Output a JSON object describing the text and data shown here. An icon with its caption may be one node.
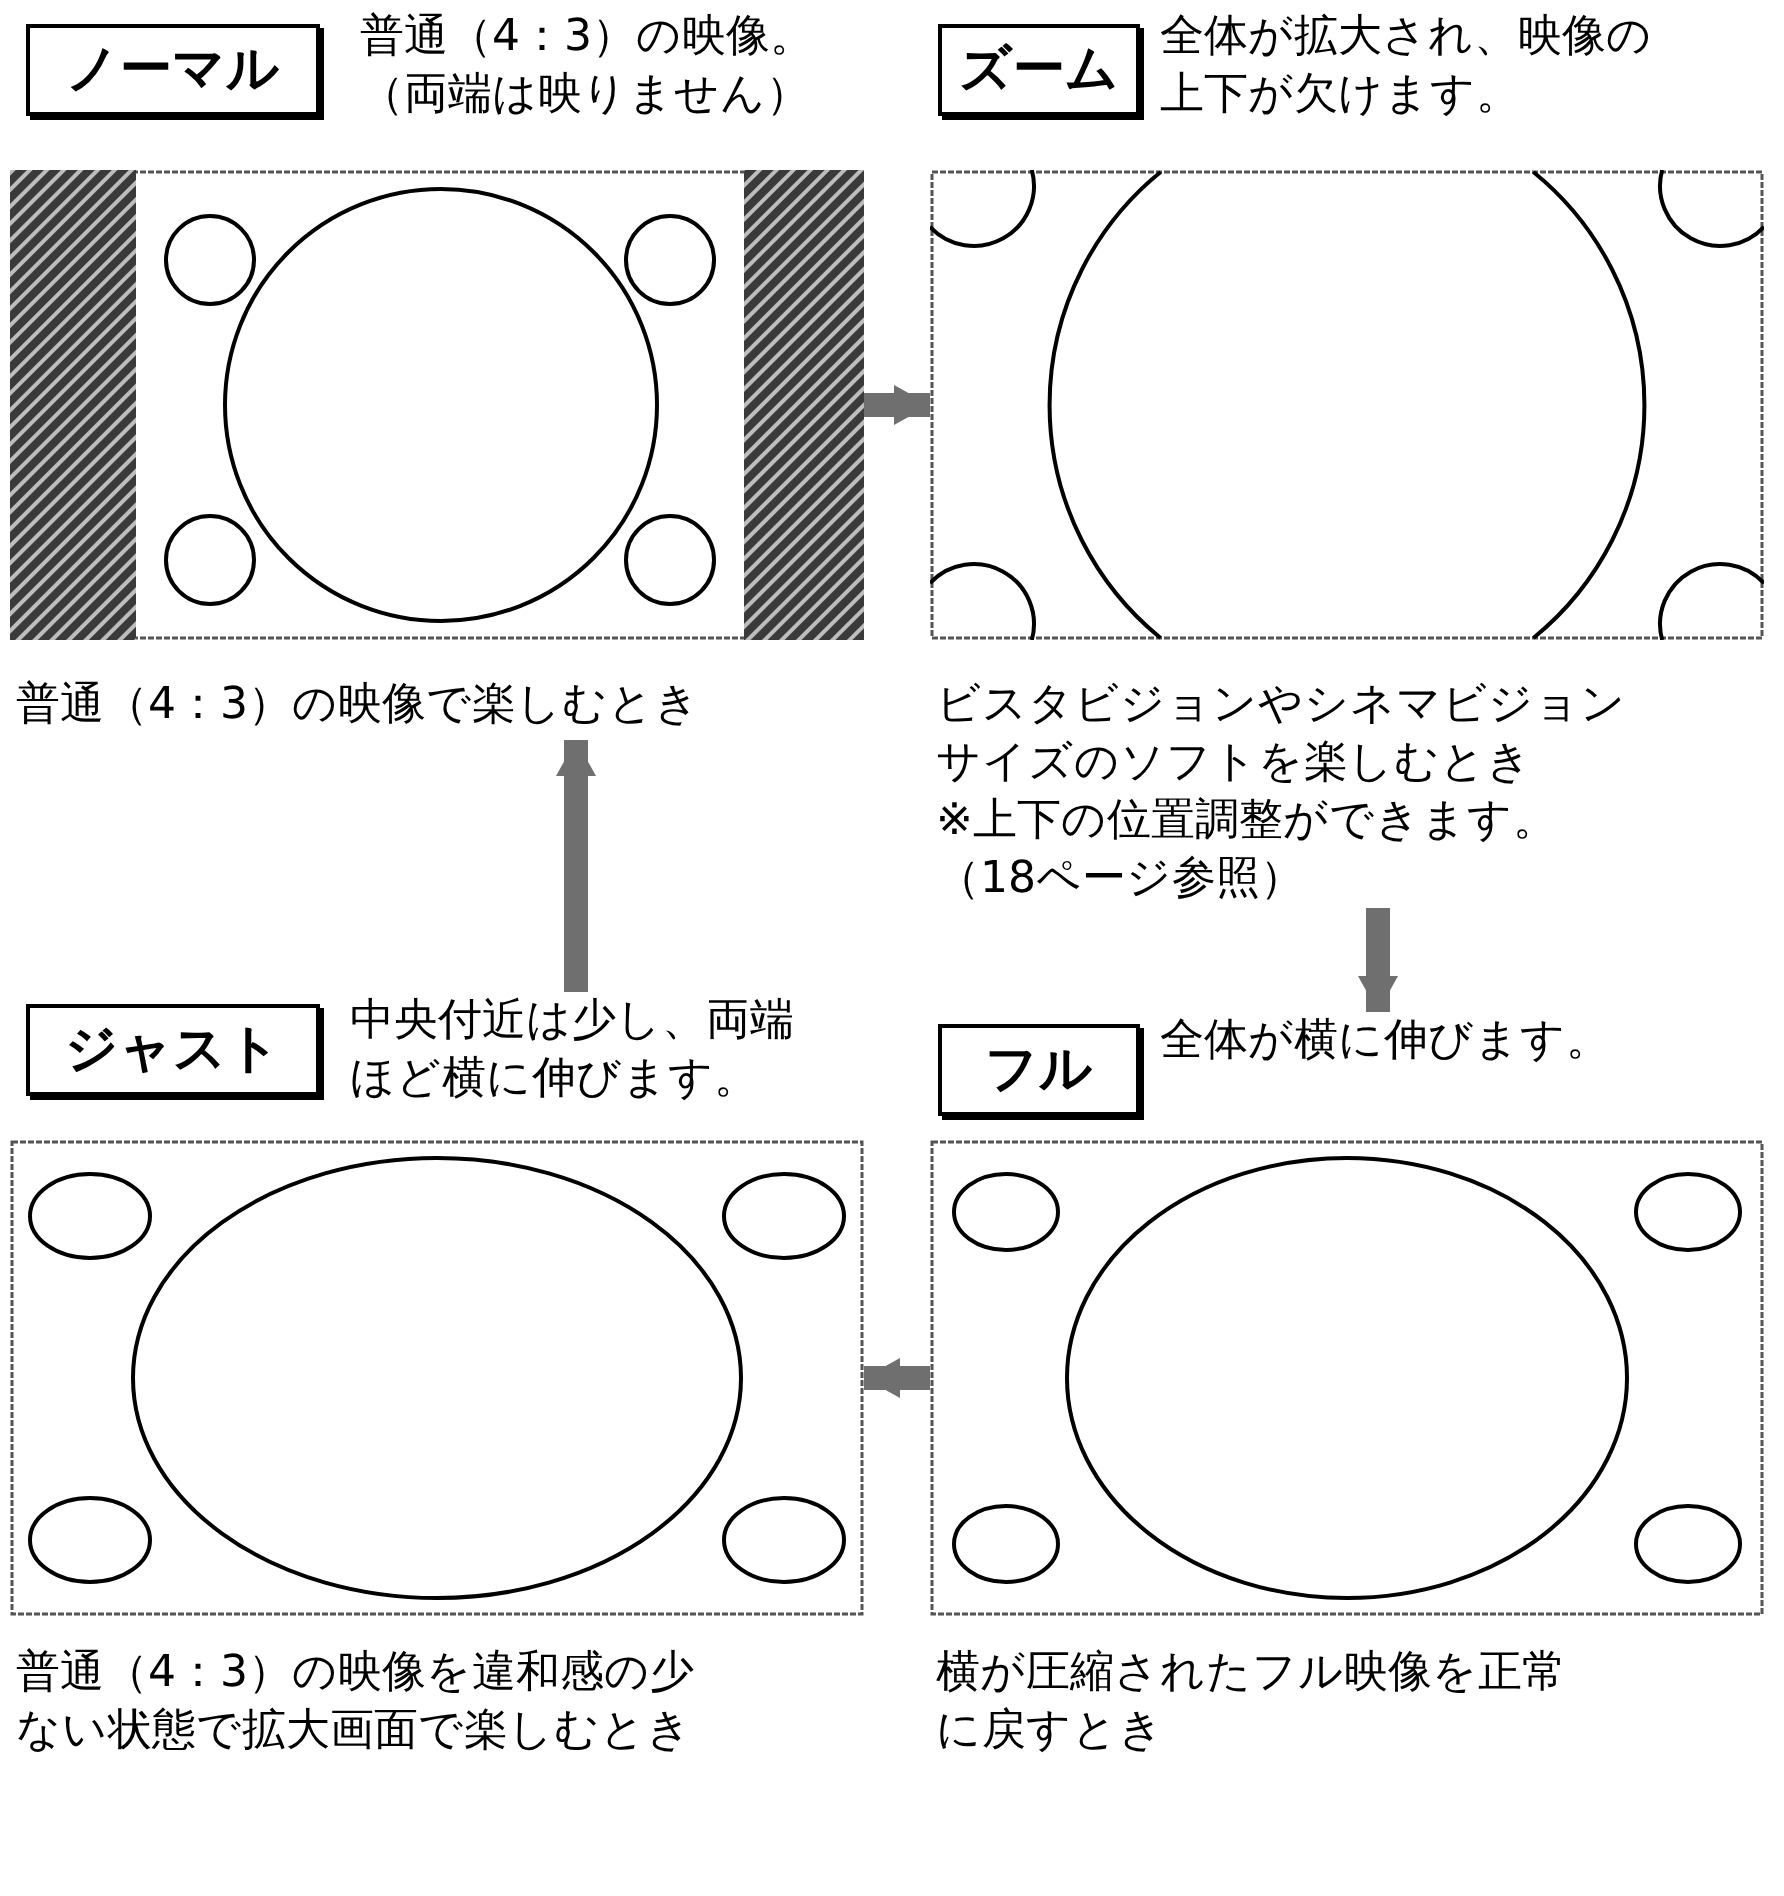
{
  "diagram": {
    "nodes": [
      {
        "text": [
          "ノーマル"
        ]
      },
      {
        "text": [
          "普通（4：3）の映像。（両端は映りません）"
        ]
      },
      {
        "text": [
          "ズーム"
        ]
      },
      {
        "text": [
          "全体が拡大され、映像の上下が欠けます。"
        ]
      },
      {
        "text": [],
        "shape": "picture"
      },
      {
        "text": [],
        "shape": "picture"
      },
      {
        "text": [
          "普通（4：3）の映像で楽しむとき"
        ]
      },
      {
        "text": [
          "ビスタビジョンやシネマビジョンサイズのソフトを楽しむとき"
        ]
      },
      {
        "text": [
          "※上下の位置調整ができます。（18ページ参照）"
        ]
      },
      {
        "text": [
          "ジャスト"
        ]
      },
      {
        "text": [
          "中央付近は少し、両端ほど横に伸びます。"
        ]
      },
      {
        "text": [
          "フル"
        ]
      },
      {
        "text": [
          "全体が横に伸びます。"
        ]
      },
      {
        "text": [],
        "shape": "picture"
      },
      {
        "text": [],
        "shape": "picture"
      },
      {
        "text": [
          "普通（4：3）の映像を違和感の少ない状態で拡大画面で楽しむとき"
        ]
      },
      {
        "text": [
          "横が圧縮されたフル映像を正常に戻すとき"
        ]
      }
    ],
    "edges": [
      {
        "from": 4,
        "to": 5,
        "arrow": "to"
      },
      {
        "from": 8,
        "to": 12,
        "arrow": "to"
      },
      {
        "from": 14,
        "to": 13,
        "arrow": "to"
      },
      {
        "from": 10,
        "to": 6,
        "arrow": "to"
      }
    ]
  }
}
